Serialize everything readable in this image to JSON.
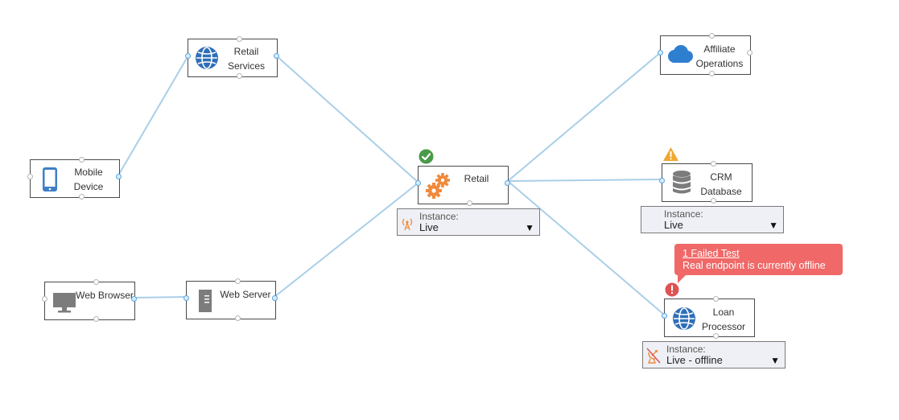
{
  "colors": {
    "connector": "#a9cfe8",
    "node_border": "#4a4a4a",
    "ok": "#4a9a4a",
    "warning": "#f0a830",
    "error": "#e05252",
    "tooltip_bg": "#f06868",
    "instance_bg": "#eef0f5"
  },
  "nodes": {
    "retail_services": {
      "label": "Retail\nServices",
      "icon": "globe-icon"
    },
    "mobile_device": {
      "label": "Mobile\nDevice",
      "icon": "mobile-phone-icon"
    },
    "web_browser": {
      "label": "Web Browser",
      "icon": "desktop-monitor-icon"
    },
    "web_server": {
      "label": "Web Server",
      "icon": "server-tower-icon"
    },
    "retail": {
      "label": "Retail",
      "icon": "gears-icon",
      "status": "ok-check-icon"
    },
    "affiliate_operations": {
      "label": "Affiliate\nOperations",
      "icon": "cloud-icon"
    },
    "crm_database": {
      "label": "CRM\nDatabase",
      "icon": "database-icon",
      "status": "warning-icon"
    },
    "loan_processor": {
      "label": "Loan\nProcessor",
      "icon": "globe-icon",
      "status": "error-icon"
    }
  },
  "instances": {
    "retail": {
      "label": "Instance:",
      "value": "Live",
      "icon": "live-antenna-icon"
    },
    "crm_database": {
      "label": "Instance:",
      "value": "Live"
    },
    "loan_processor": {
      "label": "Instance:",
      "value": "Live - offline",
      "icon": "offline-satellite-icon"
    }
  },
  "tooltip": {
    "title": "1 Failed Test",
    "message": "Real endpoint is currently offline"
  }
}
